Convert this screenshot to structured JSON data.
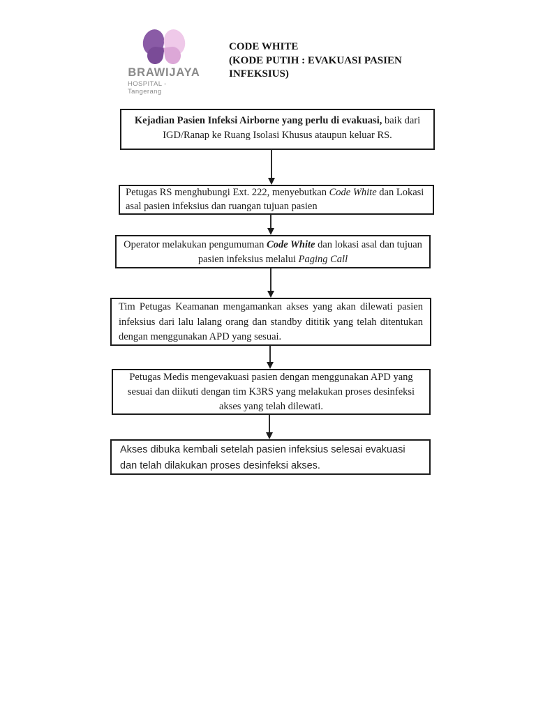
{
  "logo": {
    "name": "BRAWIJAYA",
    "subtitle": "HOSPITAL - Tangerang",
    "colors": {
      "petal_top_left": "#8a5ba6",
      "petal_top_right": "#efc9e9",
      "petal_bottom_left": "#7a4b97",
      "petal_bottom_right": "#dca7d7",
      "text_gray": "#8a8a8a"
    }
  },
  "title": {
    "lines": [
      "CODE WHITE",
      "(KODE PUTIH : EVAKUASI PASIEN",
      "INFEKSIUS)"
    ]
  },
  "flowchart": {
    "ink_color": "#1c1c1c",
    "steps": [
      {
        "id": 1,
        "align": "center",
        "segments": [
          {
            "text": "Kejadian Pasien Infeksi Airborne yang perlu di evakuasi,",
            "style": "bold"
          },
          {
            "text": " baik dari IGD/Ranap ke Ruang Isolasi Khusus ataupun keluar RS.",
            "style": "normal"
          }
        ]
      },
      {
        "id": 2,
        "align": "left",
        "segments": [
          {
            "text": "Petugas RS menghubungi Ext. 222, menyebutkan ",
            "style": "normal"
          },
          {
            "text": "Code White",
            "style": "italic"
          },
          {
            "text": " dan Lokasi asal pasien infeksius dan ruangan tujuan pasien",
            "style": "normal"
          }
        ]
      },
      {
        "id": 3,
        "align": "center",
        "segments": [
          {
            "text": "Operator melakukan pengumuman ",
            "style": "normal"
          },
          {
            "text": "Code White",
            "style": "bold-italic"
          },
          {
            "text": "  dan lokasi asal dan tujuan pasien infeksius melalui ",
            "style": "normal"
          },
          {
            "text": "Paging Call",
            "style": "italic"
          }
        ]
      },
      {
        "id": 4,
        "align": "justify",
        "segments": [
          {
            "text": "Tim Petugas Keamanan mengamankan akses yang akan dilewati pasien infeksius dari lalu lalang orang dan standby dititik yang telah ditentukan dengan menggunakan APD yang sesuai.",
            "style": "normal"
          }
        ]
      },
      {
        "id": 5,
        "align": "center",
        "segments": [
          {
            "text": "Petugas Medis mengevakuasi pasien dengan menggunakan APD yang sesuai dan diikuti dengan tim K3RS yang melakukan proses desinfeksi akses yang telah dilewati.",
            "style": "normal"
          }
        ]
      },
      {
        "id": 6,
        "align": "left",
        "segments": [
          {
            "text": "Akses dibuka kembali setelah pasien infeksius selesai evakuasi dan telah dilakukan proses desinfeksi akses.",
            "style": "normal"
          }
        ]
      }
    ]
  }
}
